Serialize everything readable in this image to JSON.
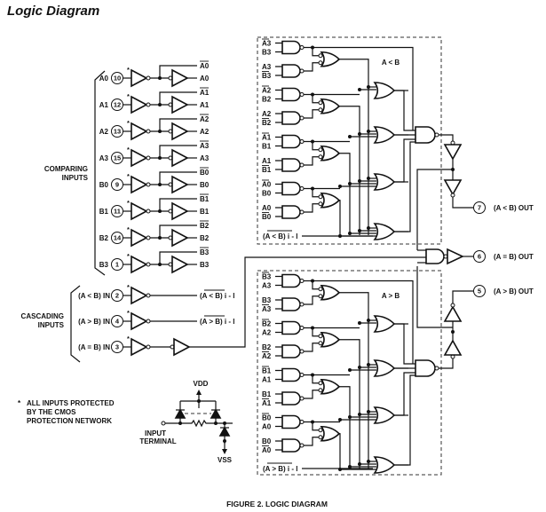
{
  "title": "Logic Diagram",
  "caption": "FIGURE 2.  LOGIC DIAGRAM",
  "comparing_inputs": {
    "label_line1": "COMPARING",
    "label_line2": "INPUTS",
    "items": [
      {
        "name": "A0",
        "pin": "10",
        "out_bar": "A0",
        "out": "A0"
      },
      {
        "name": "A1",
        "pin": "12",
        "out_bar": "A1",
        "out": "A1"
      },
      {
        "name": "A2",
        "pin": "13",
        "out_bar": "A2",
        "out": "A2"
      },
      {
        "name": "A3",
        "pin": "15",
        "out_bar": "A3",
        "out": "A3"
      },
      {
        "name": "B0",
        "pin": "9",
        "out_bar": "B0",
        "out": "B0"
      },
      {
        "name": "B1",
        "pin": "11",
        "out_bar": "B1",
        "out": "B1"
      },
      {
        "name": "B2",
        "pin": "14",
        "out_bar": "B2",
        "out": "B2"
      },
      {
        "name": "B3",
        "pin": "1",
        "out_bar": "B3",
        "out": "B3"
      }
    ]
  },
  "cascading_inputs": {
    "label_line1": "CASCADING",
    "label_line2": "INPUTS",
    "items": [
      {
        "name": "(A < B) IN",
        "pin": "2",
        "out": "(A < B) i - l"
      },
      {
        "name": "(A > B) IN",
        "pin": "4",
        "out": "(A > B) i - l"
      },
      {
        "name": "(A = B) IN",
        "pin": "3",
        "out": ""
      }
    ]
  },
  "protection_note": {
    "star": "*",
    "line1": "ALL INPUTS PROTECTED",
    "line2": "BY THE CMOS",
    "line3": "PROTECTION NETWORK"
  },
  "protection_network": {
    "vdd": "VDD",
    "vss": "VSS",
    "input_line1": "INPUT",
    "input_line2": "TERMINAL"
  },
  "block_lt": {
    "title": "A < B",
    "inputs": [
      [
        "A3",
        "B3"
      ],
      [
        "A3",
        "B3"
      ],
      [
        "A2",
        "B2"
      ],
      [
        "A2",
        "B2"
      ],
      [
        "A1",
        "B1"
      ],
      [
        "A1",
        "B1"
      ],
      [
        "A0",
        "B0"
      ],
      [
        "A0",
        "B0"
      ]
    ],
    "inputs_bar": [
      [
        true,
        false
      ],
      [
        false,
        true
      ],
      [
        true,
        false
      ],
      [
        false,
        true
      ],
      [
        true,
        false
      ],
      [
        false,
        true
      ],
      [
        true,
        false
      ],
      [
        false,
        true
      ]
    ],
    "cascade_in": "(A < B) i - l"
  },
  "block_gt": {
    "title": "A > B",
    "inputs": [
      [
        "B3",
        "A3"
      ],
      [
        "B3",
        "A3"
      ],
      [
        "B2",
        "A2"
      ],
      [
        "B2",
        "A2"
      ],
      [
        "B1",
        "A1"
      ],
      [
        "B1",
        "A1"
      ],
      [
        "B0",
        "A0"
      ],
      [
        "B0",
        "A0"
      ]
    ],
    "inputs_bar": [
      [
        true,
        false
      ],
      [
        false,
        true
      ],
      [
        true,
        false
      ],
      [
        false,
        true
      ],
      [
        true,
        false
      ],
      [
        false,
        true
      ],
      [
        true,
        false
      ],
      [
        false,
        true
      ]
    ],
    "cascade_in": "(A > B) i - l"
  },
  "outputs": [
    {
      "pin": "7",
      "label": "(A < B) OUT"
    },
    {
      "pin": "6",
      "label": "(A = B) OUT"
    },
    {
      "pin": "5",
      "label": "(A > B) OUT"
    }
  ],
  "star": "*"
}
